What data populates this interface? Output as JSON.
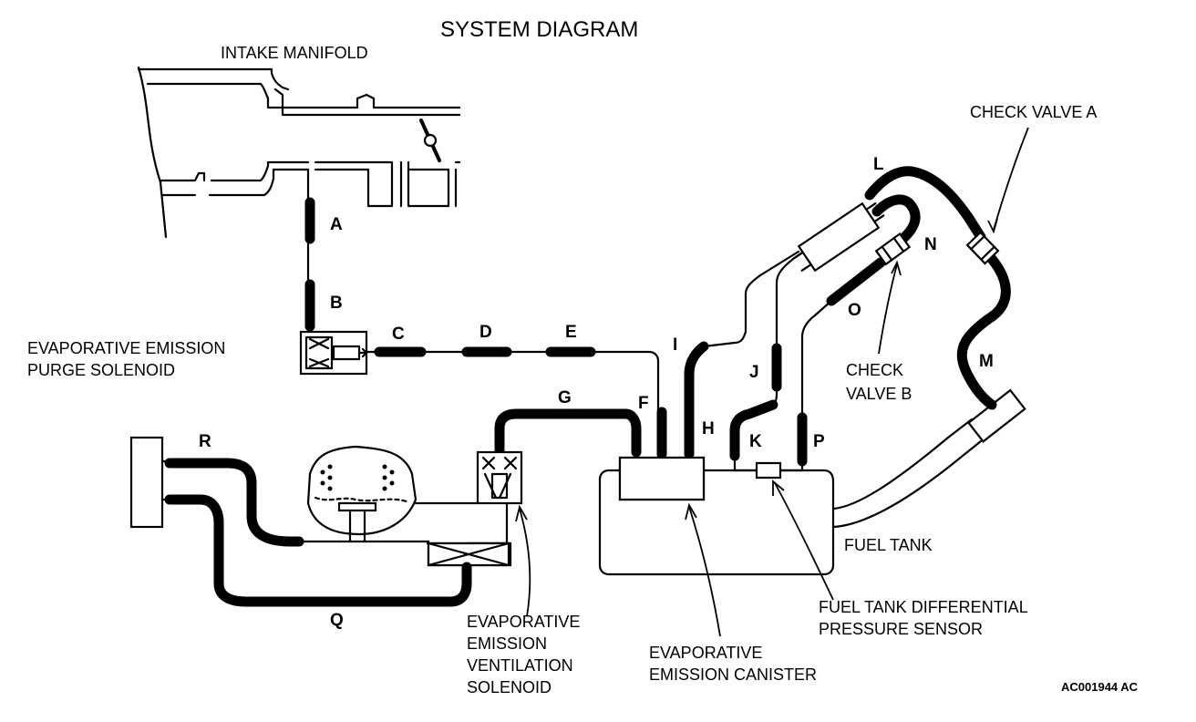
{
  "title": "SYSTEM DIAGRAM",
  "labels": {
    "intake_manifold": "INTAKE MANIFOLD",
    "check_valve_a": "CHECK VALVE A",
    "check_valve_b_1": "CHECK",
    "check_valve_b_2": "VALVE B",
    "purge_solenoid_1": "EVAPORATIVE EMISSION",
    "purge_solenoid_2": "PURGE SOLENOID",
    "fuel_tank": "FUEL TANK",
    "pressure_sensor_1": "FUEL TANK DIFFERENTIAL",
    "pressure_sensor_2": "PRESSURE SENSOR",
    "canister_1": "EVAPORATIVE",
    "canister_2": "EMISSION CANISTER",
    "vent_solenoid_1": "EVAPORATIVE",
    "vent_solenoid_2": "EMISSION",
    "vent_solenoid_3": "VENTILATION",
    "vent_solenoid_4": "SOLENOID"
  },
  "hoses": [
    "A",
    "B",
    "C",
    "D",
    "E",
    "F",
    "G",
    "H",
    "I",
    "J",
    "K",
    "L",
    "M",
    "N",
    "O",
    "P",
    "Q",
    "R"
  ],
  "code": "AC001944 AC"
}
